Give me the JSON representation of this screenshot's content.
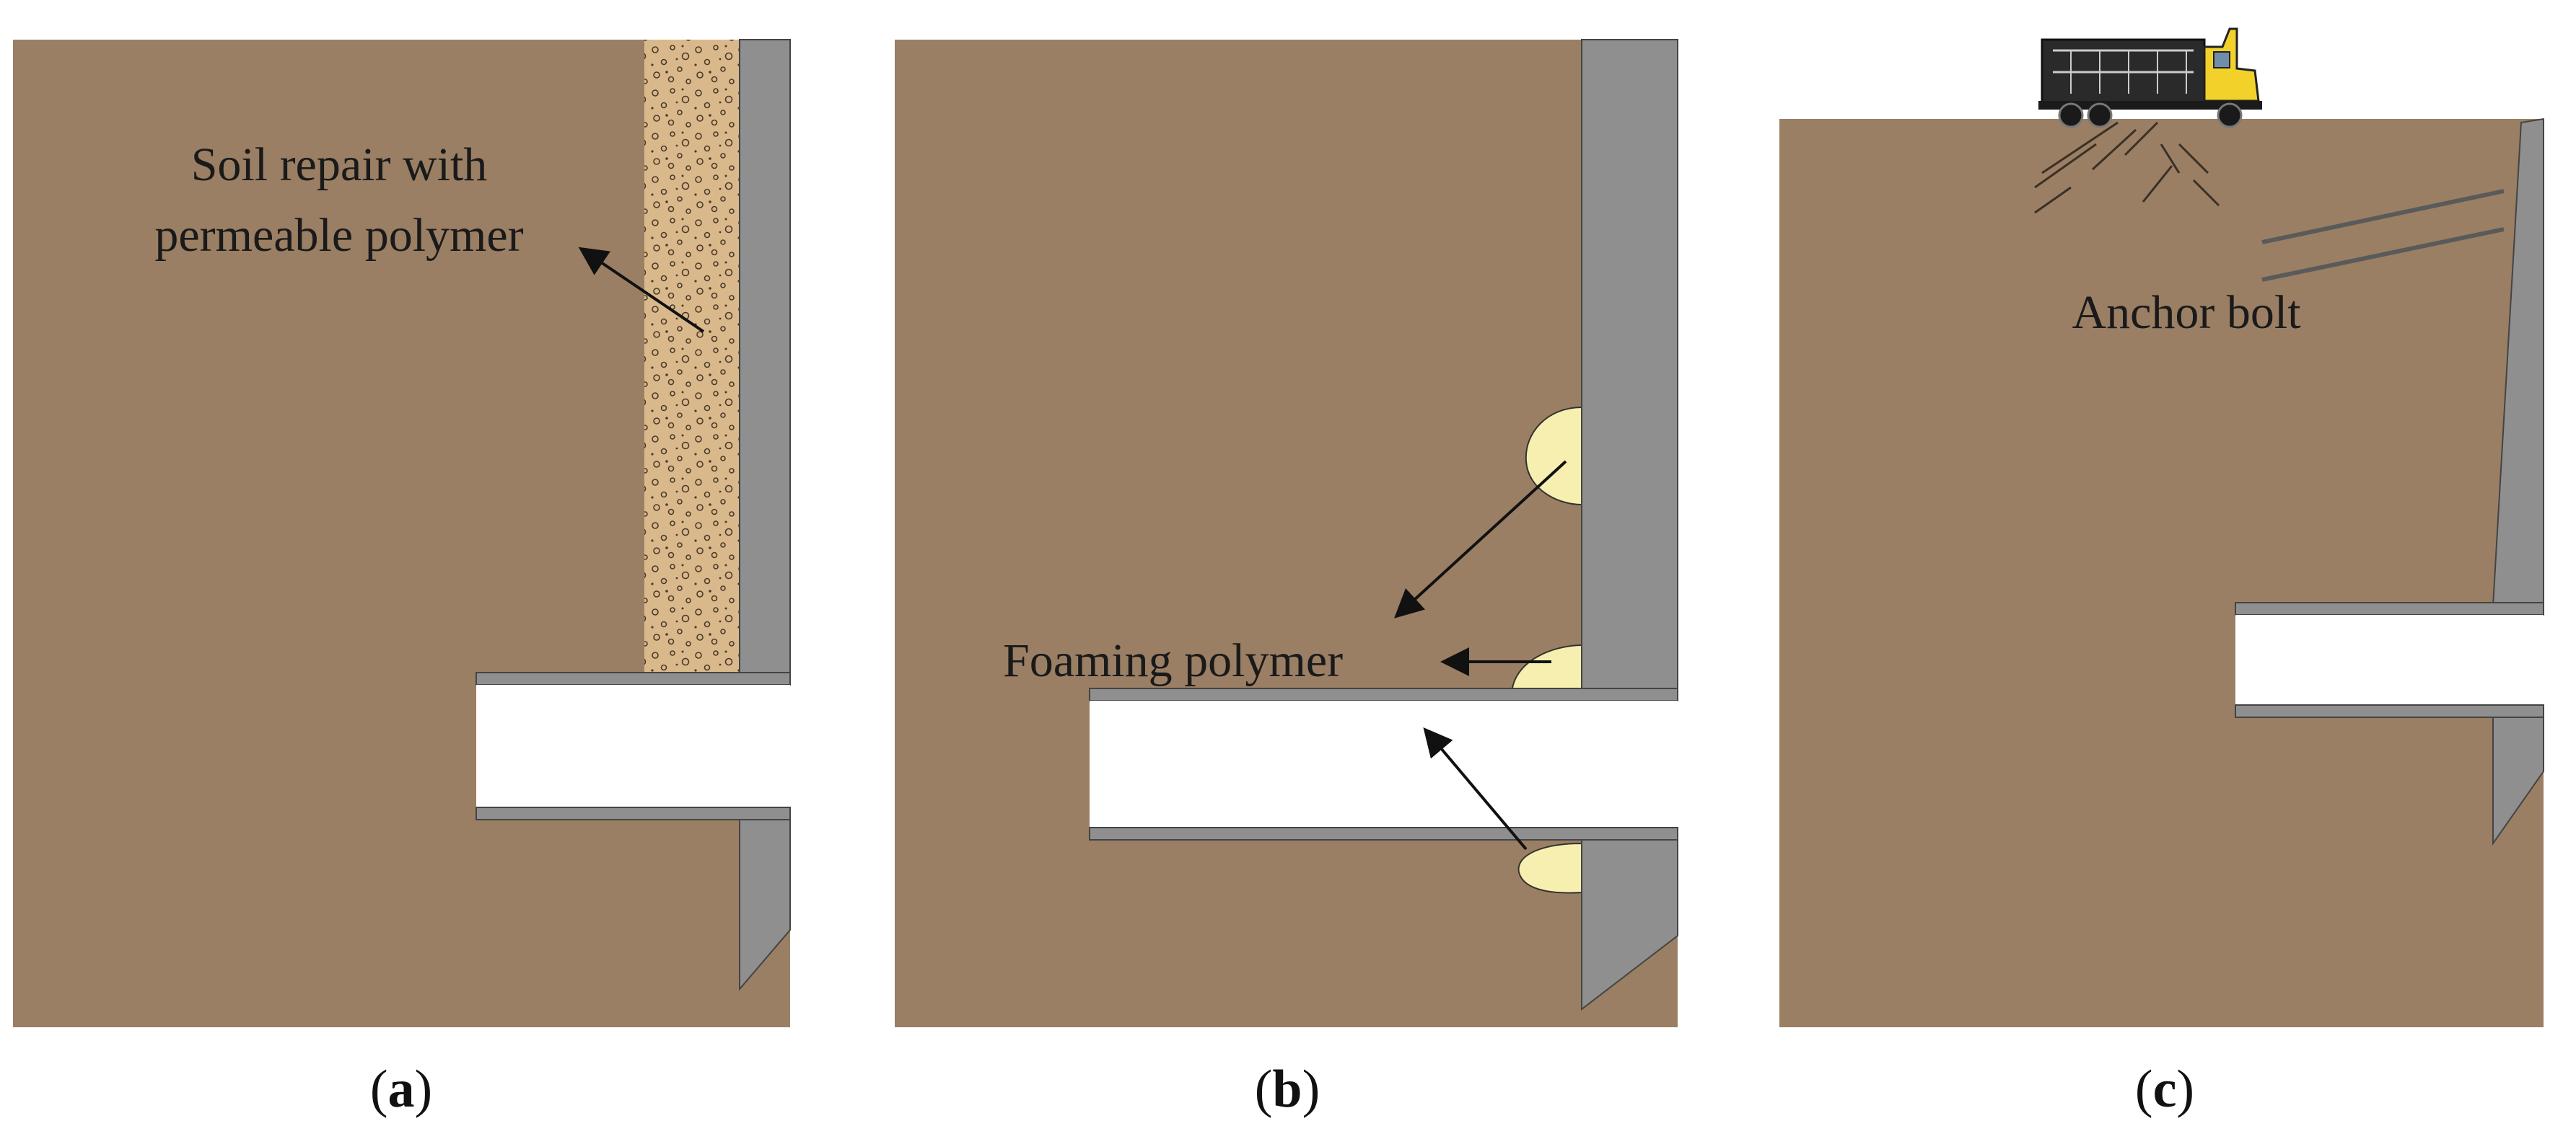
{
  "colors": {
    "soil": "#9a7f64",
    "wall": "#8f8f8f",
    "repair_fill": "#d9b98c",
    "polymer": "#f7efb0",
    "outline": "#333333"
  },
  "panels": [
    {
      "caption_letter": "a",
      "label_line1": "Soil repair with",
      "label_line2": "permeable polymer"
    },
    {
      "caption_letter": "b",
      "label": "Foaming polymer"
    },
    {
      "caption_letter": "c",
      "label": "Anchor bolt"
    }
  ]
}
